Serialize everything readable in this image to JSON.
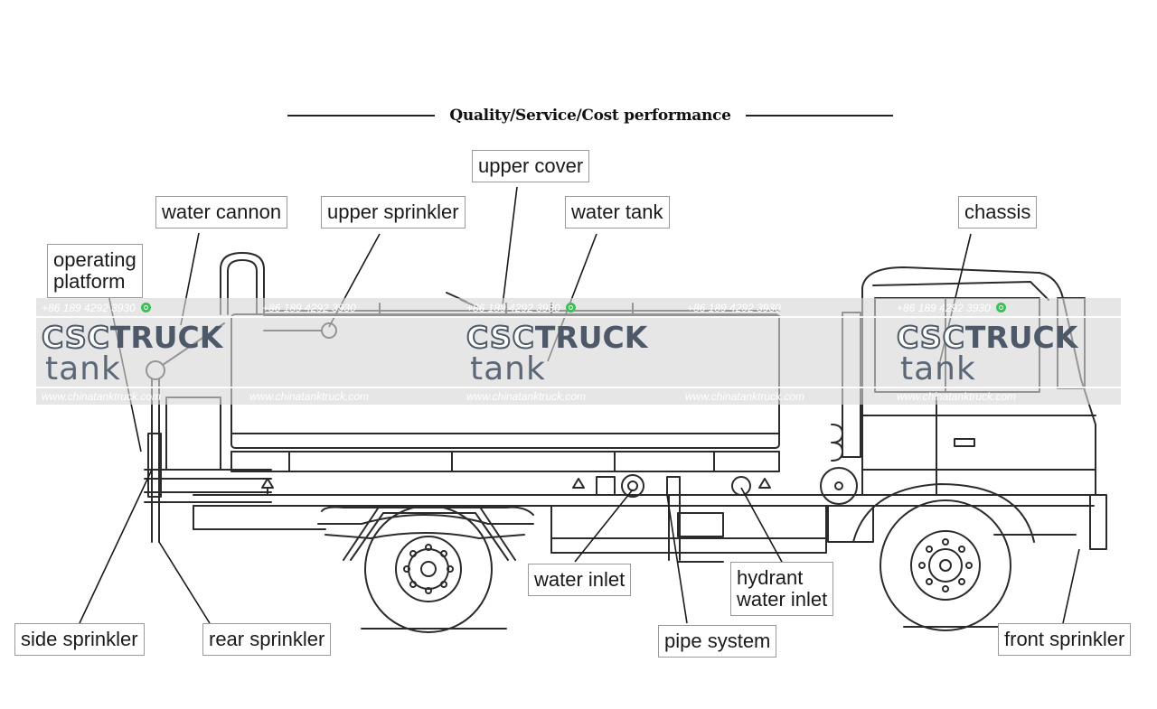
{
  "header": {
    "title": "Quality/Service/Cost performance"
  },
  "labels": {
    "upper_cover": "upper cover",
    "water_cannon": "water cannon",
    "upper_sprinkler": "upper sprinkler",
    "water_tank": "water tank",
    "chassis": "chassis",
    "operating_platform": [
      "operating",
      "platform"
    ],
    "water_inlet": "water inlet",
    "hydrant_water_inlet": [
      "hydrant",
      "water inlet"
    ],
    "side_sprinkler": "side sprinkler",
    "rear_sprinkler": "rear sprinkler",
    "pipe_system": "pipe system",
    "front_sprinkler": "front sprinkler"
  },
  "watermark": {
    "phone": "+86 189 4292 3930",
    "brand_a": "CSC",
    "brand_b": "TRUCK",
    "sub": "tank",
    "url": "www.chinatanktruck.com"
  },
  "colors": {
    "line": "#2b2b2b",
    "watermark_text": "#4d5968",
    "watermark_band": "#d7d7d7",
    "whatsapp": "#3fbf5a"
  }
}
